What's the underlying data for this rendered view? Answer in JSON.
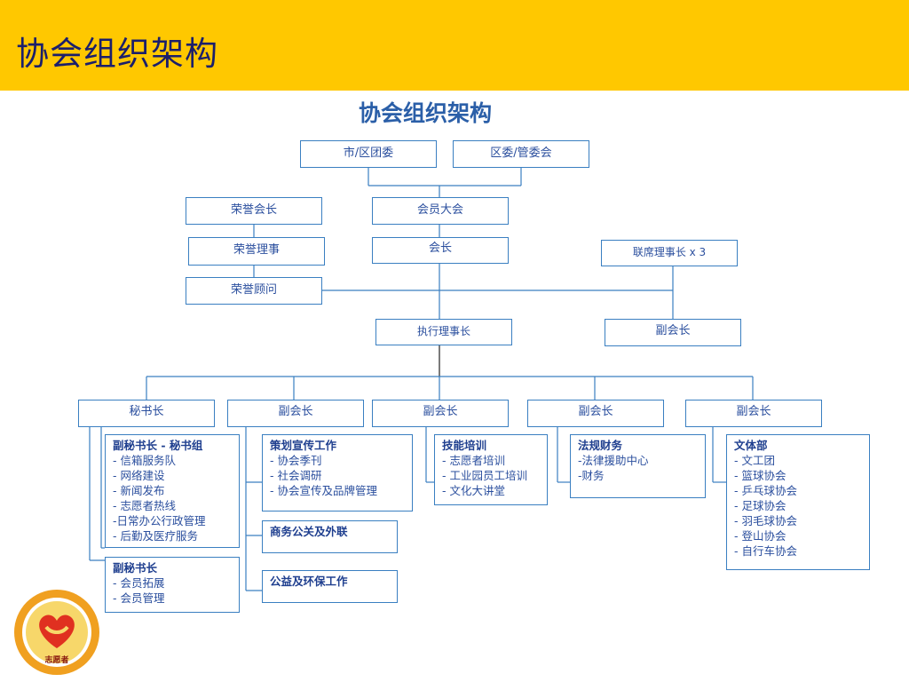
{
  "banner": {
    "title": "协会组织架构"
  },
  "diagram": {
    "title": "协会组织架构"
  },
  "nodes": {
    "city_committee": "市/区团委",
    "district_committee": "区委/管委会",
    "honorary_president": "荣誉会长",
    "general_assembly": "会员大会",
    "honorary_director": "荣誉理事",
    "president": "会长",
    "joint_chair": "联席理事长 x 3",
    "honorary_advisor": "荣誉顾问",
    "executive_director": "执行理事长",
    "vice_president_right": "副会长",
    "secretary_general": "秘书长",
    "vp1": "副会长",
    "vp2": "副会长",
    "vp3": "副会长",
    "vp4": "副会长"
  },
  "departments": {
    "deputy_sec_group": {
      "title": "副秘书长 - 秘书组",
      "items": [
        "- 信箱服务队",
        "- 网络建设",
        "- 新闻发布",
        "- 志愿者热线",
        "-日常办公行政管理",
        "- 后勤及医疗服务"
      ]
    },
    "deputy_sec": {
      "title": "副秘书长",
      "items": [
        "- 会员拓展",
        "- 会员管理"
      ]
    },
    "publicity": {
      "title": "策划宣传工作",
      "items": [
        "- 协会季刊",
        "- 社会调研",
        "- 协会宣传及品牌管理"
      ]
    },
    "business": {
      "title": "商务公关及外联"
    },
    "welfare": {
      "title": "公益及环保工作"
    },
    "training": {
      "title": "技能培训",
      "items": [
        "- 志愿者培训",
        "- 工业园员工培训",
        "- 文化大讲堂"
      ]
    },
    "legal": {
      "title": "法规财务",
      "items": [
        "-法律援助中心",
        "-财务"
      ]
    },
    "culture": {
      "title": "文体部",
      "items": [
        "- 文工团",
        "- 篮球协会",
        "- 乒乓球协会",
        "- 足球协会",
        "- 羽毛球协会",
        "-  登山协会",
        "- 自行车协会"
      ]
    }
  },
  "logo": {
    "text": "志愿者"
  },
  "colors": {
    "banner": "#ffc800",
    "box_border": "#3a7fc1",
    "text": "#2b4f9e",
    "title": "#2b5fa8"
  }
}
